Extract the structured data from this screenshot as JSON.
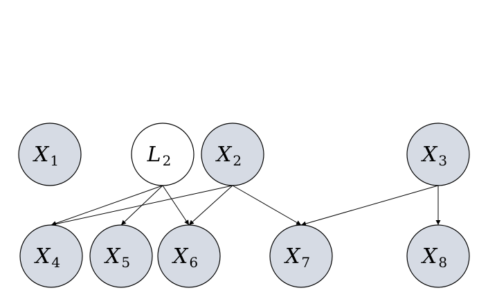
{
  "colors": {
    "observed_fill": "#d6dbe4",
    "latent_fill": "#ffffff",
    "stroke": "#000000"
  },
  "nodes": [
    {
      "id": "X1",
      "letter": "X",
      "subscript": "1",
      "kind": "observed"
    },
    {
      "id": "L2",
      "letter": "L",
      "subscript": "2",
      "kind": "latent"
    },
    {
      "id": "X2",
      "letter": "X",
      "subscript": "2",
      "kind": "observed"
    },
    {
      "id": "X3",
      "letter": "X",
      "subscript": "3",
      "kind": "observed"
    },
    {
      "id": "X4",
      "letter": "X",
      "subscript": "4",
      "kind": "observed"
    },
    {
      "id": "X5",
      "letter": "X",
      "subscript": "5",
      "kind": "observed"
    },
    {
      "id": "X6",
      "letter": "X",
      "subscript": "6",
      "kind": "observed"
    },
    {
      "id": "X7",
      "letter": "X",
      "subscript": "7",
      "kind": "observed"
    },
    {
      "id": "X8",
      "letter": "X",
      "subscript": "8",
      "kind": "observed"
    }
  ],
  "edges": [
    {
      "from": "L2",
      "to": "X4"
    },
    {
      "from": "L2",
      "to": "X5"
    },
    {
      "from": "L2",
      "to": "X6"
    },
    {
      "from": "X2",
      "to": "X4"
    },
    {
      "from": "X2",
      "to": "X6"
    },
    {
      "from": "X2",
      "to": "X7"
    },
    {
      "from": "X3",
      "to": "X7"
    },
    {
      "from": "X3",
      "to": "X8"
    }
  ]
}
